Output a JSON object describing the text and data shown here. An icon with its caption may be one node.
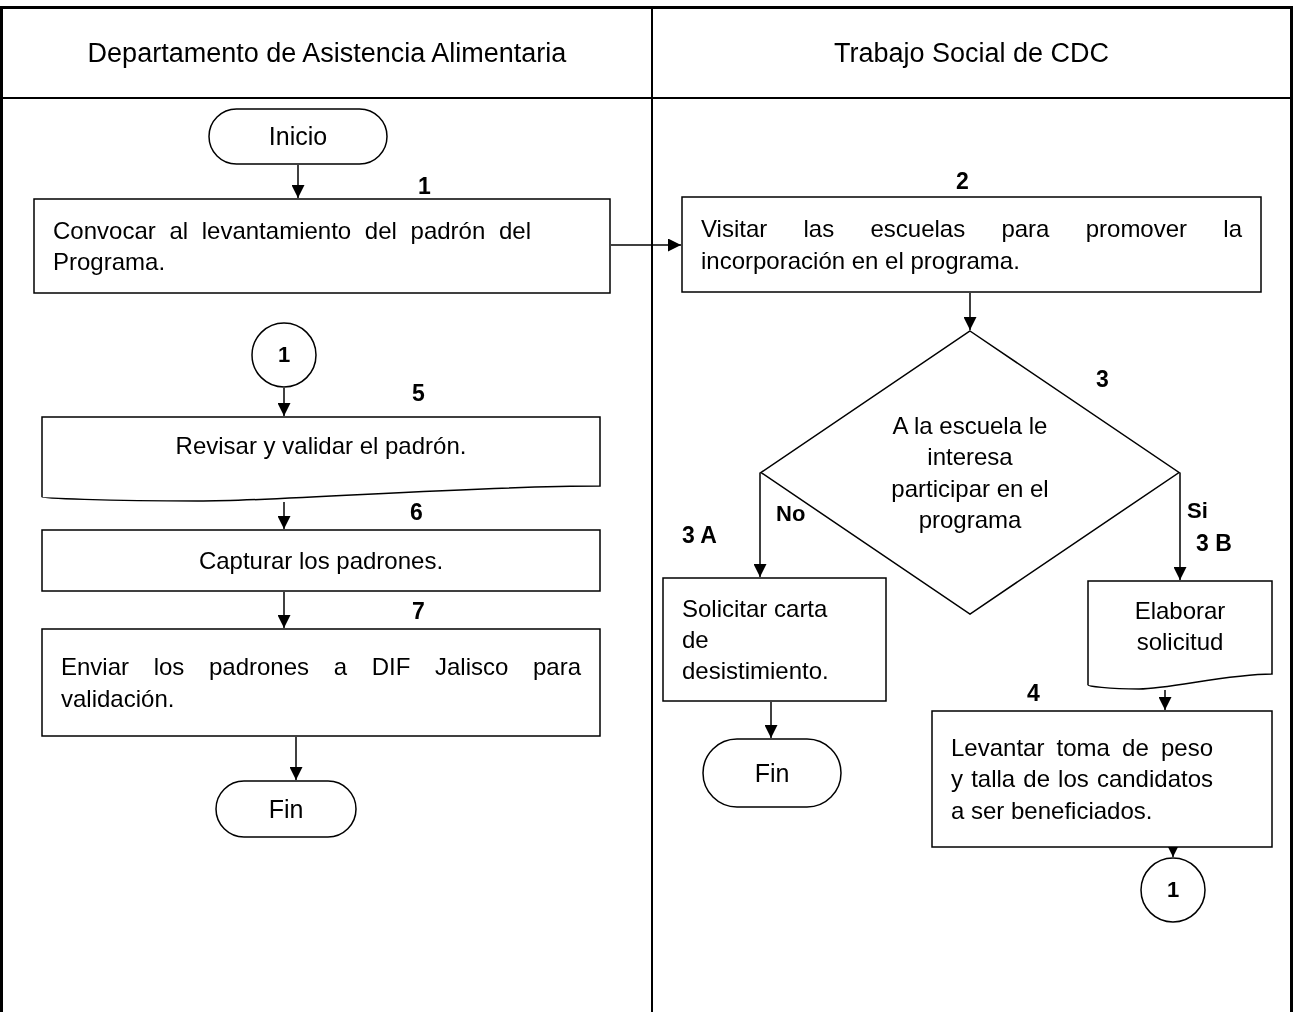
{
  "diagram": {
    "nodes": [
      {
        "text": [
          "Departamento de Asistencia Alimentaria"
        ]
      },
      {
        "text": [
          "Trabajo Social de CDC"
        ]
      },
      {
        "text": [
          "Inicio"
        ],
        "in": 0
      },
      {
        "text": [
          "Convocar al levantamiento del padrón del Programa."
        ],
        "in": 0,
        "beside": [
          "1"
        ]
      },
      {
        "text": [
          "1"
        ],
        "in": 0
      },
      {
        "text": [
          "Revisar y validar el padrón."
        ],
        "in": 0,
        "beside": [
          "5"
        ]
      },
      {
        "text": [
          "Capturar los padrones."
        ],
        "in": 0,
        "beside": [
          "6"
        ]
      },
      {
        "text": [
          "Enviar los padrones a DIF Jalisco para validación."
        ],
        "in": 0,
        "beside": [
          "7"
        ]
      },
      {
        "text": [
          "Fin"
        ],
        "in": 0
      },
      {
        "text": [
          "Visitar las escuelas para promover la incorporación en el programa."
        ],
        "in": 1,
        "beside": [
          "2"
        ]
      },
      {
        "text": [
          "A la escuela le interesa participar en el programa"
        ],
        "in": 1,
        "beside": [
          "3"
        ]
      },
      {
        "text": [
          "Solicitar carta de desistimiento."
        ],
        "in": 1,
        "beside": [
          "3 A"
        ]
      },
      {
        "text": [
          "Fin"
        ],
        "in": 1
      },
      {
        "text": [
          "Elaborar solicitud"
        ],
        "in": 1
      },
      {
        "text": [
          "Levantar toma de peso y talla de los candidatos a ser beneficiados."
        ],
        "in": 1,
        "beside": [
          "4"
        ]
      },
      {
        "text": [
          "1"
        ],
        "in": 1
      }
    ],
    "edges": [
      {
        "from": 2,
        "to": 3,
        "arrow": "to"
      },
      {
        "from": 3,
        "to": 9,
        "arrow": "to"
      },
      {
        "from": 9,
        "to": 10,
        "arrow": "to"
      },
      {
        "from": 10,
        "to": 11,
        "arrow": "to",
        "label": "No"
      },
      {
        "from": 10,
        "to": 13,
        "arrow": "to",
        "label": "Si"
      },
      {
        "from": 11,
        "to": 12,
        "arrow": "to"
      },
      {
        "from": 13,
        "to": 14,
        "arrow": "to"
      },
      {
        "from": 14,
        "to": 15,
        "arrow": "to"
      },
      {
        "from": 4,
        "to": 5,
        "arrow": "to"
      },
      {
        "from": 5,
        "to": 6,
        "arrow": "to"
      },
      {
        "from": 6,
        "to": 7,
        "arrow": "to"
      },
      {
        "from": 7,
        "to": 8,
        "arrow": "to"
      }
    ],
    "labels": [
      "3 B"
    ]
  }
}
